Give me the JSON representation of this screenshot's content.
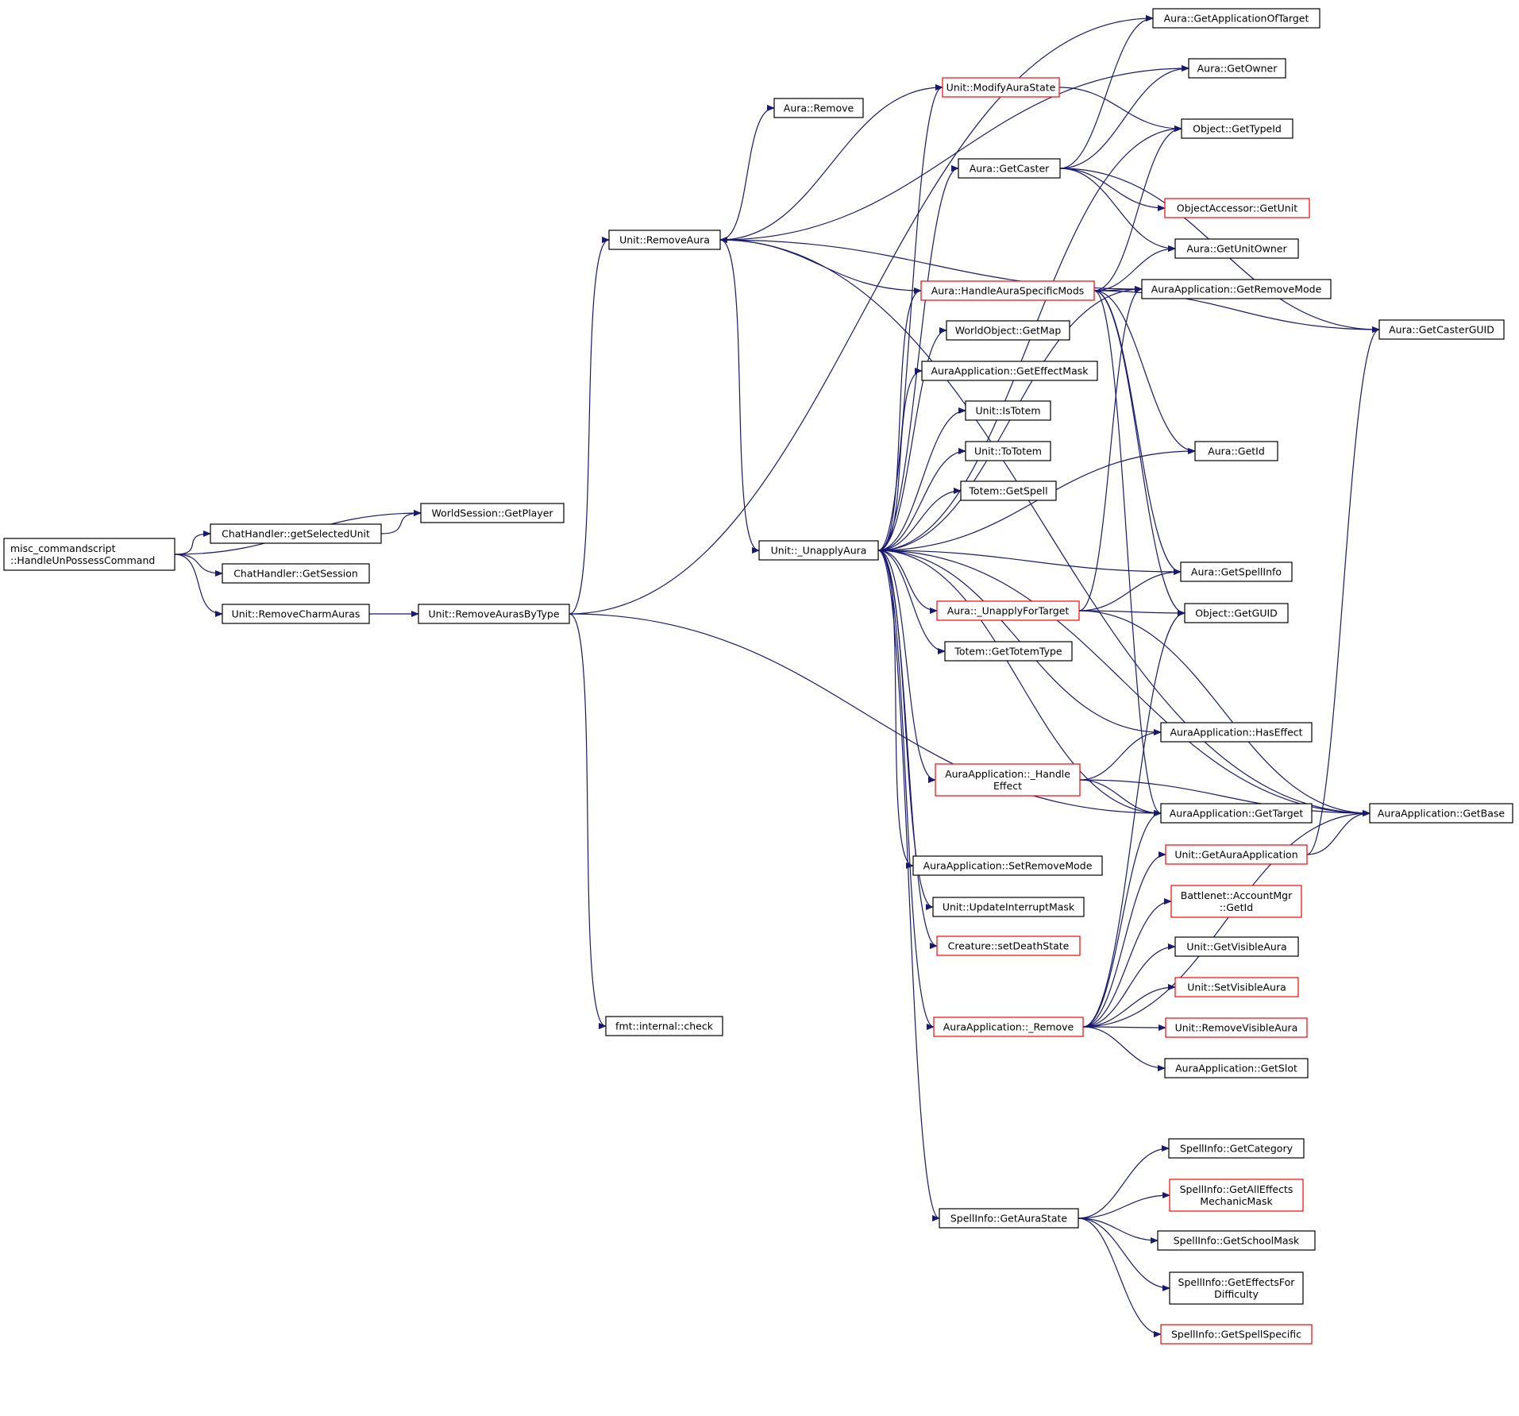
{
  "colors": {
    "edge": "#191970",
    "border_normal": "#000000",
    "border_truncated": "#ff0000",
    "root_fill": "#bfbfbf",
    "node_fill": "#ffffff"
  },
  "nodes": [
    {
      "id": "root",
      "label": [
        "misc_commandscript",
        "::HandleUnPossessCommand"
      ],
      "style": "root"
    },
    {
      "id": "getplayer",
      "label": [
        "WorldSession::GetPlayer"
      ],
      "style": "normal"
    },
    {
      "id": "getselectedunit",
      "label": [
        "ChatHandler::getSelectedUnit"
      ],
      "style": "normal"
    },
    {
      "id": "getsession",
      "label": [
        "ChatHandler::GetSession"
      ],
      "style": "normal"
    },
    {
      "id": "removecharmauras",
      "label": [
        "Unit::RemoveCharmAuras"
      ],
      "style": "normal"
    },
    {
      "id": "removeaurasbytype",
      "label": [
        "Unit::RemoveAurasByType"
      ],
      "style": "normal"
    },
    {
      "id": "removeaura",
      "label": [
        "Unit::RemoveAura"
      ],
      "style": "normal"
    },
    {
      "id": "fmtcheck",
      "label": [
        "fmt::internal::check"
      ],
      "style": "normal"
    },
    {
      "id": "auraremove",
      "label": [
        "Aura::Remove"
      ],
      "style": "normal"
    },
    {
      "id": "unapplyaura",
      "label": [
        "Unit::_UnapplyAura"
      ],
      "style": "normal"
    },
    {
      "id": "modifyaurastate",
      "label": [
        "Unit::ModifyAuraState"
      ],
      "style": "truncated"
    },
    {
      "id": "getcaster",
      "label": [
        "Aura::GetCaster"
      ],
      "style": "normal"
    },
    {
      "id": "handleauraspecificmods",
      "label": [
        "Aura::HandleAuraSpecificMods"
      ],
      "style": "truncated"
    },
    {
      "id": "getmap",
      "label": [
        "WorldObject::GetMap"
      ],
      "style": "normal"
    },
    {
      "id": "geteffectmask",
      "label": [
        "AuraApplication::GetEffectMask"
      ],
      "style": "normal"
    },
    {
      "id": "istotem",
      "label": [
        "Unit::IsTotem"
      ],
      "style": "normal"
    },
    {
      "id": "tototem",
      "label": [
        "Unit::ToTotem"
      ],
      "style": "normal"
    },
    {
      "id": "totemgetspell",
      "label": [
        "Totem::GetSpell"
      ],
      "style": "normal"
    },
    {
      "id": "unapplyfortarget",
      "label": [
        "Aura::_UnapplyForTarget"
      ],
      "style": "truncated"
    },
    {
      "id": "gettotemtype",
      "label": [
        "Totem::GetTotemType"
      ],
      "style": "normal"
    },
    {
      "id": "handleeffect",
      "label": [
        "AuraApplication::_Handle",
        "Effect"
      ],
      "style": "truncated"
    },
    {
      "id": "setremovemode",
      "label": [
        "AuraApplication::SetRemoveMode"
      ],
      "style": "normal"
    },
    {
      "id": "updateinterruptmask",
      "label": [
        "Unit::UpdateInterruptMask"
      ],
      "style": "normal"
    },
    {
      "id": "setdeathstate",
      "label": [
        "Creature::setDeathState"
      ],
      "style": "truncated"
    },
    {
      "id": "auraappremove",
      "label": [
        "AuraApplication::_Remove"
      ],
      "style": "truncated"
    },
    {
      "id": "getaurastate",
      "label": [
        "SpellInfo::GetAuraState"
      ],
      "style": "normal"
    },
    {
      "id": "getapplicationoftarget",
      "label": [
        "Aura::GetApplicationOfTarget"
      ],
      "style": "normal"
    },
    {
      "id": "getowner",
      "label": [
        "Aura::GetOwner"
      ],
      "style": "normal"
    },
    {
      "id": "gettypeid",
      "label": [
        "Object::GetTypeId"
      ],
      "style": "normal"
    },
    {
      "id": "objaccgetunit",
      "label": [
        "ObjectAccessor::GetUnit"
      ],
      "style": "truncated"
    },
    {
      "id": "getunitowner",
      "label": [
        "Aura::GetUnitOwner"
      ],
      "style": "normal"
    },
    {
      "id": "getremovemode",
      "label": [
        "AuraApplication::GetRemoveMode"
      ],
      "style": "normal"
    },
    {
      "id": "getcasterguid",
      "label": [
        "Aura::GetCasterGUID"
      ],
      "style": "normal"
    },
    {
      "id": "auragetid",
      "label": [
        "Aura::GetId"
      ],
      "style": "normal"
    },
    {
      "id": "getspellinfo",
      "label": [
        "Aura::GetSpellInfo"
      ],
      "style": "normal"
    },
    {
      "id": "getguid",
      "label": [
        "Object::GetGUID"
      ],
      "style": "normal"
    },
    {
      "id": "haseffect",
      "label": [
        "AuraApplication::HasEffect"
      ],
      "style": "normal"
    },
    {
      "id": "gettarget",
      "label": [
        "AuraApplication::GetTarget"
      ],
      "style": "normal"
    },
    {
      "id": "getbase",
      "label": [
        "AuraApplication::GetBase"
      ],
      "style": "normal"
    },
    {
      "id": "getauraapplication",
      "label": [
        "Unit::GetAuraApplication"
      ],
      "style": "truncated"
    },
    {
      "id": "accountmgrgetid",
      "label": [
        "Battlenet::AccountMgr",
        "::GetId"
      ],
      "style": "truncated"
    },
    {
      "id": "getvisibleaura",
      "label": [
        "Unit::GetVisibleAura"
      ],
      "style": "normal"
    },
    {
      "id": "setvisibleaura",
      "label": [
        "Unit::SetVisibleAura"
      ],
      "style": "truncated"
    },
    {
      "id": "removevisibleaura",
      "label": [
        "Unit::RemoveVisibleAura"
      ],
      "style": "truncated"
    },
    {
      "id": "getslot",
      "label": [
        "AuraApplication::GetSlot"
      ],
      "style": "normal"
    },
    {
      "id": "getcategory",
      "label": [
        "SpellInfo::GetCategory"
      ],
      "style": "normal"
    },
    {
      "id": "getalleffectsmechanicmask",
      "label": [
        "SpellInfo::GetAllEffects",
        "MechanicMask"
      ],
      "style": "truncated"
    },
    {
      "id": "getschoolmask",
      "label": [
        "SpellInfo::GetSchoolMask"
      ],
      "style": "normal"
    },
    {
      "id": "geteffectsfordifficulty",
      "label": [
        "SpellInfo::GetEffectsFor",
        "Difficulty"
      ],
      "style": "normal"
    },
    {
      "id": "getspellspecific",
      "label": [
        "SpellInfo::GetSpellSpecific"
      ],
      "style": "truncated"
    }
  ],
  "edges": [
    {
      "from": "root",
      "to": "getplayer"
    },
    {
      "from": "root",
      "to": "getselectedunit"
    },
    {
      "from": "root",
      "to": "getsession"
    },
    {
      "from": "root",
      "to": "removecharmauras"
    },
    {
      "from": "getselectedunit",
      "to": "getplayer"
    },
    {
      "from": "removecharmauras",
      "to": "removeaurasbytype"
    },
    {
      "from": "removeaurasbytype",
      "to": "getapplicationoftarget"
    },
    {
      "from": "removeaurasbytype",
      "to": "removeaura"
    },
    {
      "from": "removeaurasbytype",
      "to": "gettarget"
    },
    {
      "from": "removeaurasbytype",
      "to": "fmtcheck"
    },
    {
      "from": "removeaura",
      "to": "auraremove"
    },
    {
      "from": "removeaura",
      "to": "getowner"
    },
    {
      "from": "removeaura",
      "to": "getremovemode"
    },
    {
      "from": "removeaura",
      "to": "unapplyaura"
    },
    {
      "from": "removeaura",
      "to": "getbase"
    },
    {
      "from": "modifyaurastate",
      "to": "removeaura"
    },
    {
      "from": "modifyaurastate",
      "to": "gettypeid"
    },
    {
      "from": "handleauraspecificmods",
      "to": "removeaura"
    },
    {
      "from": "handleauraspecificmods",
      "to": "gettypeid"
    },
    {
      "from": "handleauraspecificmods",
      "to": "getunitowner"
    },
    {
      "from": "handleauraspecificmods",
      "to": "getremovemode"
    },
    {
      "from": "handleauraspecificmods",
      "to": "getcasterguid"
    },
    {
      "from": "handleauraspecificmods",
      "to": "auragetid"
    },
    {
      "from": "handleauraspecificmods",
      "to": "getspellinfo"
    },
    {
      "from": "handleauraspecificmods",
      "to": "getguid"
    },
    {
      "from": "handleauraspecificmods",
      "to": "gettarget"
    },
    {
      "from": "getcaster",
      "to": "getapplicationoftarget"
    },
    {
      "from": "getcaster",
      "to": "getowner"
    },
    {
      "from": "getcaster",
      "to": "objaccgetunit"
    },
    {
      "from": "getcaster",
      "to": "getunitowner"
    },
    {
      "from": "getcaster",
      "to": "getcasterguid"
    },
    {
      "from": "unapplyaura",
      "to": "modifyaurastate"
    },
    {
      "from": "unapplyaura",
      "to": "gettypeid"
    },
    {
      "from": "unapplyaura",
      "to": "getcaster"
    },
    {
      "from": "unapplyaura",
      "to": "getremovemode"
    },
    {
      "from": "unapplyaura",
      "to": "handleauraspecificmods"
    },
    {
      "from": "unapplyaura",
      "to": "getmap"
    },
    {
      "from": "unapplyaura",
      "to": "geteffectmask"
    },
    {
      "from": "unapplyaura",
      "to": "istotem"
    },
    {
      "from": "unapplyaura",
      "to": "tototem"
    },
    {
      "from": "unapplyaura",
      "to": "totemgetspell"
    },
    {
      "from": "unapplyaura",
      "to": "auragetid"
    },
    {
      "from": "unapplyaura",
      "to": "getspellinfo"
    },
    {
      "from": "unapplyaura",
      "to": "unapplyfortarget"
    },
    {
      "from": "unapplyaura",
      "to": "gettotemtype"
    },
    {
      "from": "unapplyaura",
      "to": "getbase"
    },
    {
      "from": "unapplyaura",
      "to": "haseffect"
    },
    {
      "from": "unapplyaura",
      "to": "handleeffect"
    },
    {
      "from": "unapplyaura",
      "to": "gettarget"
    },
    {
      "from": "unapplyaura",
      "to": "setremovemode"
    },
    {
      "from": "unapplyaura",
      "to": "updateinterruptmask"
    },
    {
      "from": "unapplyaura",
      "to": "setdeathstate"
    },
    {
      "from": "unapplyaura",
      "to": "auraappremove"
    },
    {
      "from": "unapplyaura",
      "to": "getaurastate"
    },
    {
      "from": "unapplyfortarget",
      "to": "getremovemode"
    },
    {
      "from": "unapplyfortarget",
      "to": "getspellinfo"
    },
    {
      "from": "unapplyfortarget",
      "to": "getguid"
    },
    {
      "from": "unapplyfortarget",
      "to": "getbase"
    },
    {
      "from": "handleeffect",
      "to": "haseffect"
    },
    {
      "from": "handleeffect",
      "to": "getbase"
    },
    {
      "from": "handleeffect",
      "to": "gettarget"
    },
    {
      "from": "auraappremove",
      "to": "getguid"
    },
    {
      "from": "auraappremove",
      "to": "gettarget"
    },
    {
      "from": "auraappremove",
      "to": "getauraapplication"
    },
    {
      "from": "auraappremove",
      "to": "accountmgrgetid"
    },
    {
      "from": "auraappremove",
      "to": "getvisibleaura"
    },
    {
      "from": "auraappremove",
      "to": "setvisibleaura"
    },
    {
      "from": "auraappremove",
      "to": "removevisibleaura"
    },
    {
      "from": "auraappremove",
      "to": "getslot"
    },
    {
      "from": "auraappremove",
      "to": "getbase"
    },
    {
      "from": "getauraapplication",
      "to": "getcasterguid"
    },
    {
      "from": "getauraapplication",
      "to": "getbase"
    },
    {
      "from": "getaurastate",
      "to": "getcategory"
    },
    {
      "from": "getaurastate",
      "to": "getalleffectsmechanicmask"
    },
    {
      "from": "getaurastate",
      "to": "getschoolmask"
    },
    {
      "from": "getaurastate",
      "to": "geteffectsfordifficulty"
    },
    {
      "from": "getaurastate",
      "to": "getspellspecific"
    }
  ]
}
